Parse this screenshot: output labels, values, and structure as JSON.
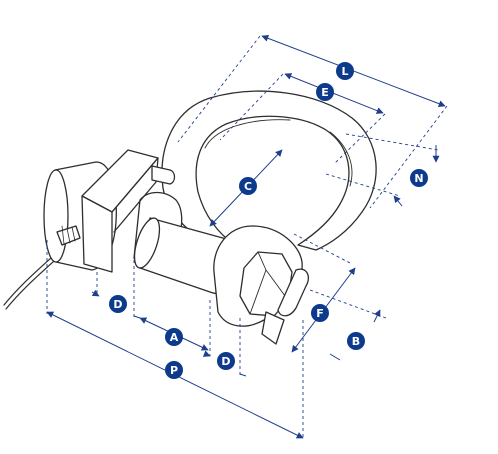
{
  "colors": {
    "line": "#2e2e2e",
    "dimension": "#1f3f8c",
    "marker_fill": "#0e3a8c",
    "marker_text": "#ffffff",
    "background": "#ffffff"
  },
  "labels": {
    "L": "L",
    "E": "E",
    "N": "N",
    "C": "C",
    "F": "F",
    "B": "B",
    "D_left": "D",
    "A": "A",
    "D_right": "D",
    "P": "P"
  }
}
